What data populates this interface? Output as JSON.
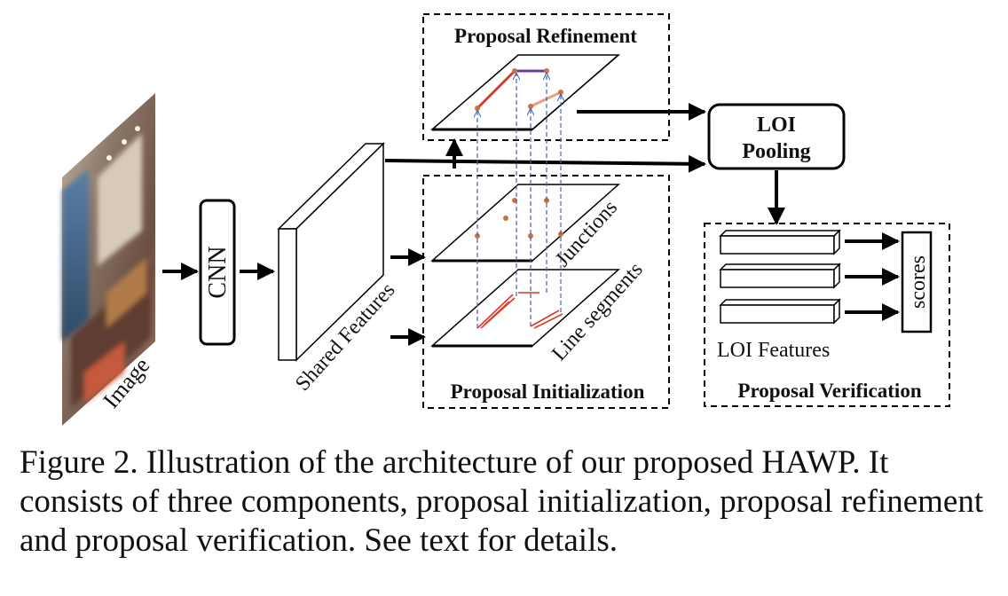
{
  "diagram": {
    "image_label": "Image",
    "cnn_label": "CNN",
    "shared_features_label": "Shared Features",
    "proposal_refinement_title": "Proposal Refinement",
    "proposal_initialization_title": "Proposal Initialization",
    "proposal_verification_title": "Proposal Verification",
    "junctions_label": "Junctions",
    "line_segments_label": "Line segments",
    "loi_pooling_line1": "LOI",
    "loi_pooling_line2": "Pooling",
    "loi_features_label": "LOI Features",
    "scores_label": "scores"
  },
  "caption": "Figure 2. Illustration of the architecture of our proposed HAWP. It consists of three components, proposal initialization, proposal refinement and proposal verification. See text for details.",
  "colors": {
    "line_red": "#d93a2b",
    "line_purple": "#6b3fa0",
    "line_orange": "#e8a07a",
    "junction_dot": "#c9733a",
    "projection_blue": "#3b63c9"
  }
}
